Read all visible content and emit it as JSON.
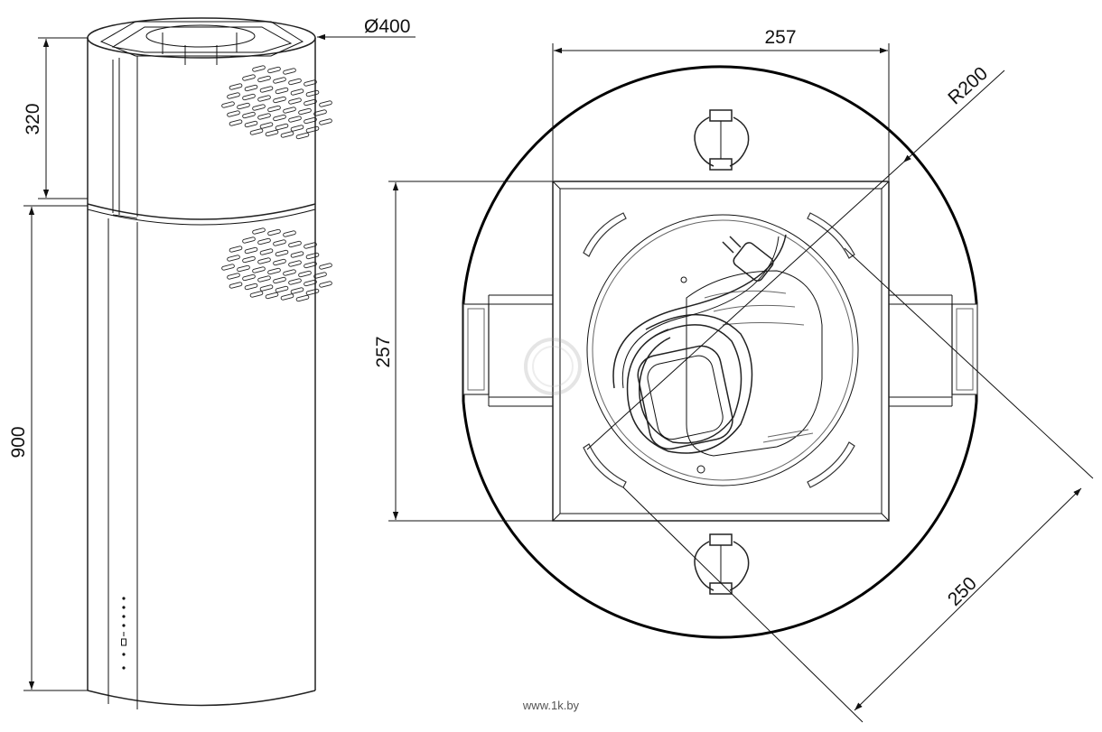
{
  "dimensions": {
    "top_diameter": "Ø400",
    "upper_height": "320",
    "total_height": "900",
    "top_width": "257",
    "side_height": "257",
    "radius": "R200",
    "diagonal": "250"
  },
  "watermark": "www.1k.by"
}
